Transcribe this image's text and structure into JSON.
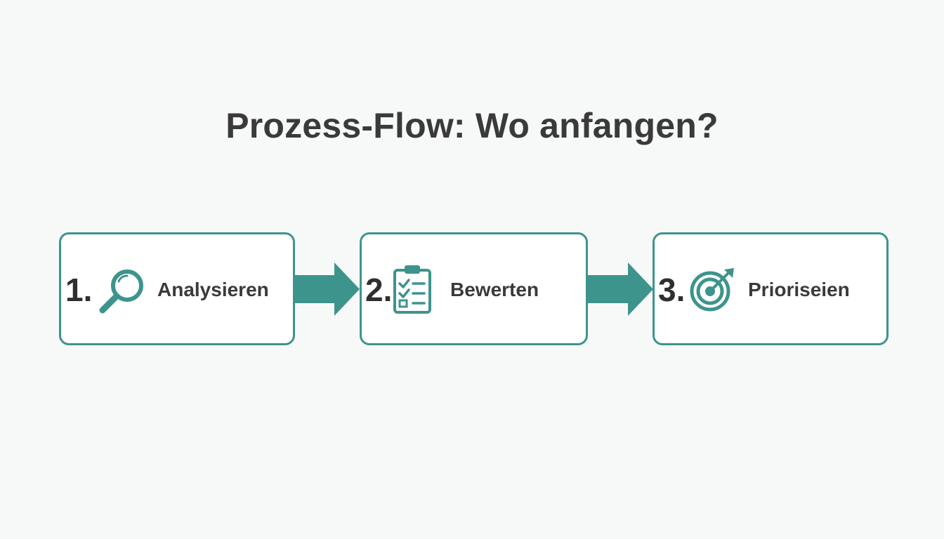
{
  "diagram": {
    "title": "Prozess-Flow: Wo anfangen?",
    "accent_color": "#3d948d",
    "steps": [
      {
        "number": "1.",
        "label": "Analysieren",
        "icon": "magnifier-icon"
      },
      {
        "number": "2.",
        "label": "Bewerten",
        "icon": "clipboard-checklist-icon"
      },
      {
        "number": "3.",
        "label": "Prioriseien",
        "icon": "target-arrow-icon"
      }
    ]
  }
}
